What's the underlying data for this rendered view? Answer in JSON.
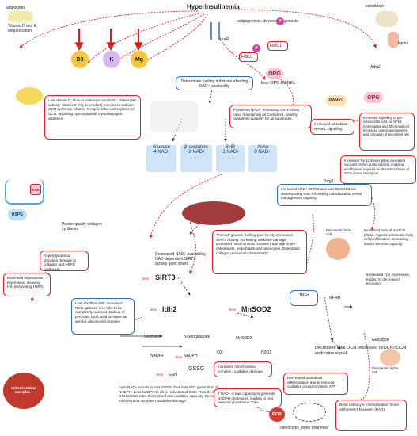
{
  "title": "Hyperinsulinemia",
  "labels": {
    "adipocytes": "adipocytes",
    "vitamin": "Vitamin D and K sequestration",
    "osteoblast": "osteoblast",
    "lipogenesis": "adipogenesis, de novo lipogenesis",
    "insr": "InsR",
    "foxo1_a": "FoxO1",
    "foxo1_b": "FoxO1",
    "p": "P",
    "leptin": "leptin",
    "adipo": "Adiq2",
    "opg1": "OPG",
    "opg1_sub": "less OPG:RANKL",
    "opg2": "OPG",
    "rankl": "RANKL",
    "tcirg": "Tcirg1",
    "d3": "D3",
    "k": "K",
    "mg": "Mg",
    "age": "AGE",
    "hspg": "HSPG",
    "sirt3": "SIRT3",
    "sirt3_less": "less",
    "idh2": "Idh2",
    "idh2_less": "less",
    "mnsod2": "MnSOD2",
    "mnsod2_less": "less",
    "isocitrate": "Isocitrate",
    "aketo": "α-ketoglutarate",
    "nadp": "NADP+",
    "nadph": "NADPH",
    "nadph_less": "less",
    "gsh": "GSH",
    "gsh_less": "less",
    "gssg": "GSSG",
    "o2": "O2-",
    "mnsod2_small": "MnSOD2",
    "h2o2": "H2O2",
    "mito": "mitochondrial complex I",
    "ros": "ROS",
    "tnfa": "TNFα",
    "nfkb": "NF-kB",
    "pancreatic_beta": "Pancreatic beta cell",
    "pancreatic_alpha": "Pancreatic alpha cell",
    "glucagon": "Glucagon",
    "osteocytes": "osteocytes \"bone neurones\"",
    "total_ocn": "Decreased total OCN, increased ucOCN:cOCN endocrine signal"
  },
  "fuels": [
    {
      "name": "Glucose",
      "value": "-4 NAD+"
    },
    {
      "name": "β-oxidation",
      "value": "-2 NAD+"
    },
    {
      "name": "BHB",
      "value": "-1 NAD+"
    },
    {
      "name": "AcAc",
      "value": "0 NAD+"
    }
  ],
  "boxes": {
    "fuelling": "Determines fuelling substrate affecting NAD+ availability",
    "vitd": "Low vitamin D, favours osteocyte apoptosis. Osteocytes activate vitamin D (Mg dependent), needed to activate OCN synthesis. Vitamin K required for carboxylation of OCN, favouring hydroxyapatite crystallographic alignment",
    "preserves": "Preserves NAD+, increasing GSH:GSSG ratio, maintaining mt Complex I, healthy oxidative capability for all substrates",
    "rankl": "Increased osteoblast RANKL signalling",
    "preosteo": "Increased signalling to pre-osteoclasts cells via NFkB (chemotaxis and differentiation). Increased osteoclastogenesis and formation of resorption pits",
    "tcirg": "Increased Tcirg1 transcription, increased vacuolar proton pump subunit, enabling acidification required for decarboxylation of OCN - bone resorption",
    "mnsod2ac": "Increased NAD+:SIRT3 activates MnSOD2 via deacetylating K68, increasing mitochondrial stress management capacity",
    "collagen": "Poorer quality collagen synthesis",
    "hyperglycemia": "Hyperglycaemia glycation damage to collagen and HSPG (perlecan)",
    "heparanase": "Increased heparanase expression, cleaving HS, decreasing HSPG",
    "decreased_nad": "Decreased NAD+ availability, NAD dependent SIRT3 activity goes down",
    "forced": "\"Forced\" glucose fuelling (due to HI), decreases SIRT3 activity, increasing oxidative damage, increased mitochondrial complex I damage in pre-osteoblasts, osteoblasts and osteocytes. Osteoblast collagen production diminished?",
    "oxphos": "Less OxPhos-ATP. Increased ROS, glucose less able to be completely oxidised, buildup of pyruvate, lactic acid increase as aerobic glycolysis increases",
    "mito_damage": "Increased mitochondria complex I oxidative damage",
    "ucocn": "Increased ratio of ucOCN (GLU), signals pancreatic beta cell proliferation, increasing insulin secretin capacity",
    "serotonin": "Decreased Tph expression, leading to decreased serotonin",
    "less_nad": "Less NAD+ results in less SIRT3, thus less Idh2 generation of NADPH. Less NADPH to drive reduction of GSH. Results in lower GSH:GSSG ratio. Diminished anti-oxidative capacity. Increased mitochondria complex I oxidative damage.",
    "low_capacity": "If NAD+ is low, capacity to generate NADPH decreases, leading to less reduced glutathione GSH",
    "osteoblast_diff": "Decreased osteoblast differentiation due to reduced oxidative phosphorylation ATP",
    "bad": "Bone osteocyte mineralisation \"Bone Alzheimer's Disease\" (BAD)"
  },
  "colors": {
    "red": "#e02020",
    "blue": "#2a6fb8",
    "fuel": "#cfe4f6"
  }
}
